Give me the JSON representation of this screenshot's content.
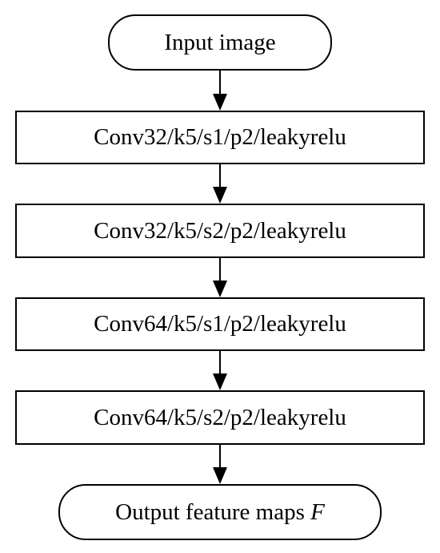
{
  "flowchart": {
    "start": {
      "label": "Input image"
    },
    "steps": [
      "Conv32/k5/s1/p2/leakyrelu",
      "Conv32/k5/s2/p2/leakyrelu",
      "Conv64/k5/s1/p2/leakyrelu",
      "Conv64/k5/s2/p2/leakyrelu"
    ],
    "end": {
      "label_prefix": "Output feature maps ",
      "label_var": "F"
    }
  }
}
